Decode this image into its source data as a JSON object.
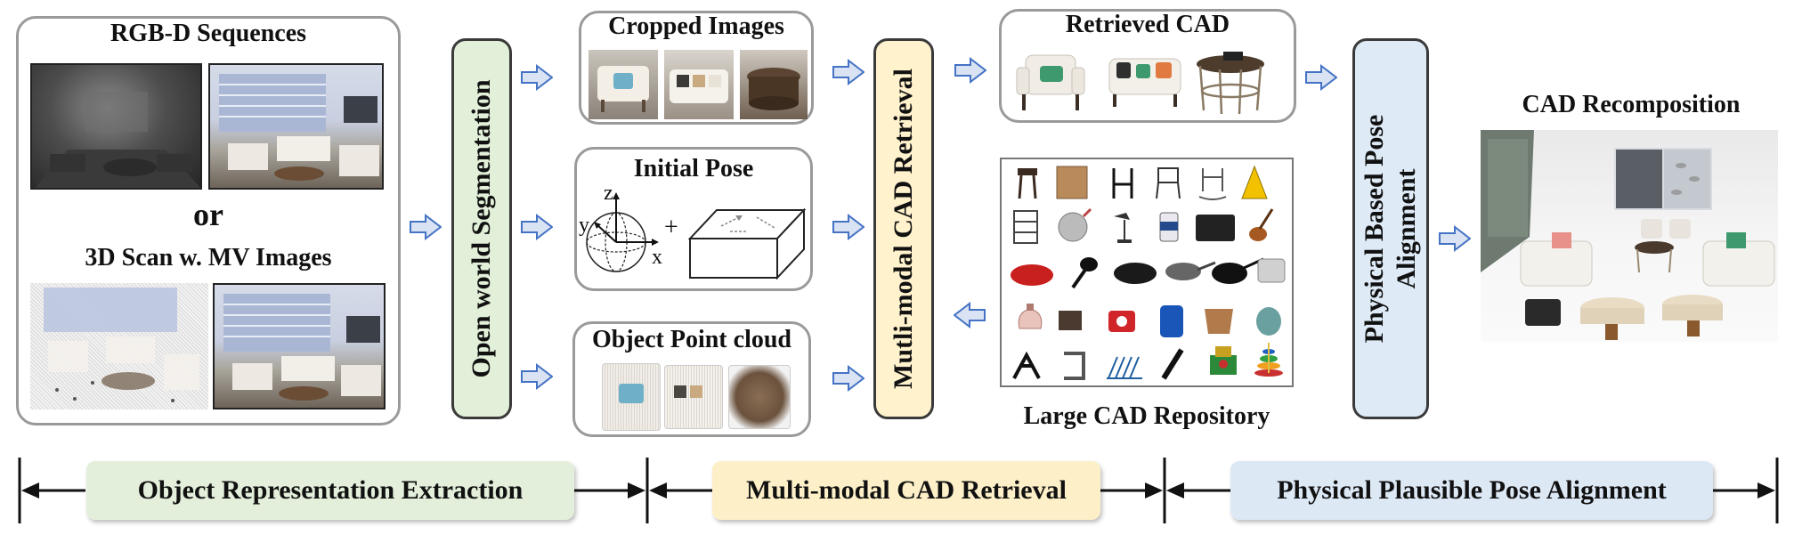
{
  "input_panel": {
    "title_top": "RGB-D Sequences",
    "or_label": "or",
    "title_bottom": "3D Scan w. MV Images"
  },
  "segmentation": {
    "label": "Open world Segmentation"
  },
  "cropped": {
    "title": "Cropped Images"
  },
  "pose": {
    "title": "Initial Pose",
    "axis_z": "z",
    "axis_y": "y",
    "axis_x": "x",
    "plus": "+"
  },
  "pointcloud": {
    "title": "Object Point cloud"
  },
  "retrieval": {
    "label": "Mutli-modal CAD Retrieval"
  },
  "retrieved": {
    "title": "Retrieved CAD"
  },
  "repository": {
    "label": "Large CAD Repository"
  },
  "alignment": {
    "line1": "Physical Based Pose",
    "line2": "Alignment"
  },
  "recomposition": {
    "title": "CAD Recomposition"
  },
  "stages": [
    {
      "label": "Object Representation Extraction",
      "color": "#e3efdb"
    },
    {
      "label": "Multi-modal CAD Retrieval",
      "color": "#fdf0c8"
    },
    {
      "label": "Physical Plausible Pose Alignment",
      "color": "#dde8f5"
    }
  ],
  "colors": {
    "segmentation_fill": "#e2f0d9",
    "retrieval_fill": "#fff2cc",
    "alignment_fill": "#deebf7",
    "arrow_fill": "#dae3f3",
    "arrow_stroke": "#4472c4"
  }
}
